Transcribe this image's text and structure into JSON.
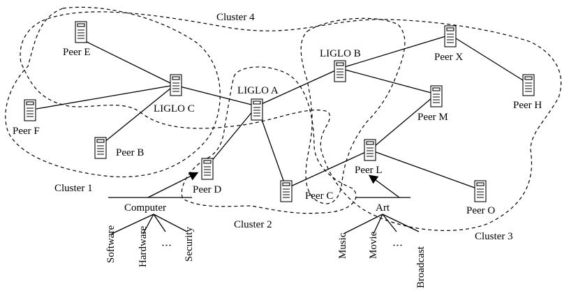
{
  "clusters": {
    "c1": "Cluster 1",
    "c2": "Cluster 2",
    "c3": "Cluster 3",
    "c4": "Cluster 4"
  },
  "nodes": {
    "peer_e": "Peer E",
    "peer_f": "Peer F",
    "peer_b": "Peer B",
    "liglo_c": "LIGLO C",
    "liglo_a": "LIGLO A",
    "liglo_b": "LIGLO B",
    "peer_x": "Peer X",
    "peer_h": "Peer H",
    "peer_m": "Peer M",
    "peer_l": "Peer L",
    "peer_d": "Peer D",
    "peer_c": "Peer C",
    "peer_o": "Peer O"
  },
  "categories": {
    "computer": {
      "label": "Computer",
      "children": [
        "Software",
        "Hardware",
        "⋮",
        "Security"
      ]
    },
    "art": {
      "label": "Art",
      "children": [
        "Music",
        "Movie",
        "⋮",
        "Broadcast"
      ]
    }
  }
}
